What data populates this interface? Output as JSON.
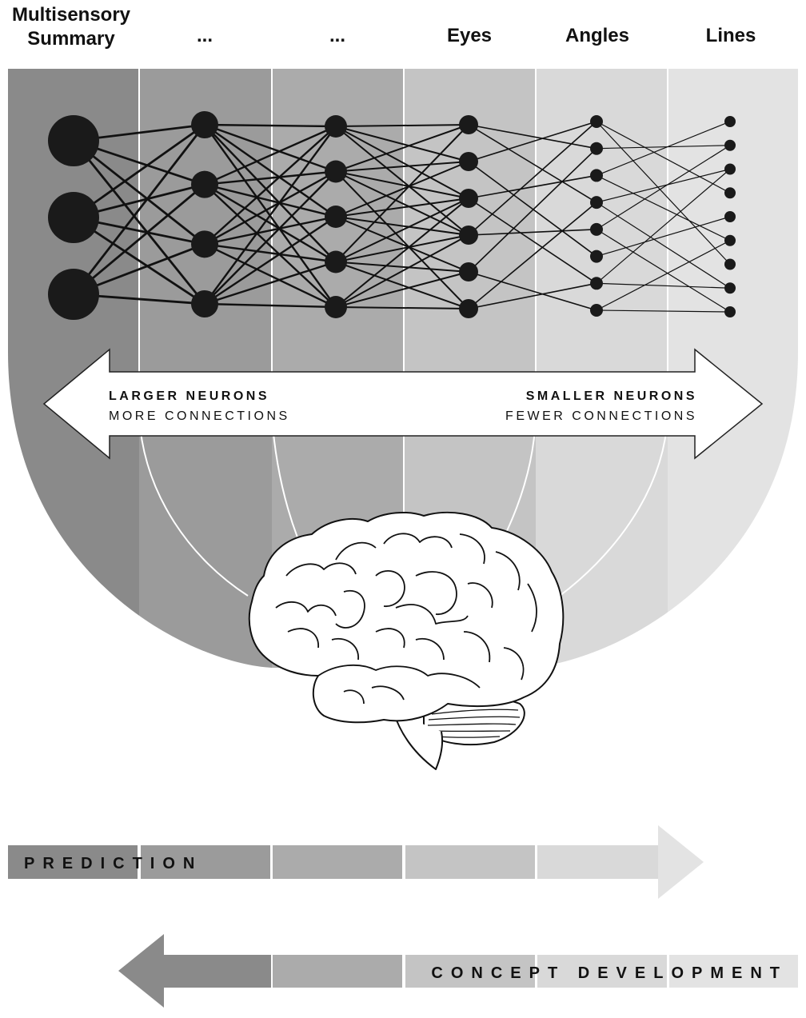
{
  "columns": [
    {
      "header": "Multisensory\nSummary",
      "fill": "#8a8a8a"
    },
    {
      "header": "...",
      "fill": "#9b9b9b"
    },
    {
      "header": "...",
      "fill": "#ababab"
    },
    {
      "header": "Eyes",
      "fill": "#c4c4c4"
    },
    {
      "header": "Angles",
      "fill": "#d9d9d9"
    },
    {
      "header": "Lines",
      "fill": "#e3e3e3"
    }
  ],
  "network": {
    "layers": [
      3,
      4,
      5,
      6,
      8,
      9
    ]
  },
  "double_arrow": {
    "left_bold": "LARGER NEURONS",
    "left_light": "MORE CONNECTIONS",
    "right_bold": "SMALLER NEURONS",
    "right_light": "FEWER CONNECTIONS"
  },
  "prediction_bar": {
    "label": "PREDICTION"
  },
  "concept_bar": {
    "label": "CONCEPT DEVELOPMENT"
  },
  "colors": {
    "node": "#1a1a1a",
    "line": "#111111",
    "divider": "#ffffff",
    "arrow_fill": "#ffffff",
    "arrow_stroke": "#222222"
  }
}
